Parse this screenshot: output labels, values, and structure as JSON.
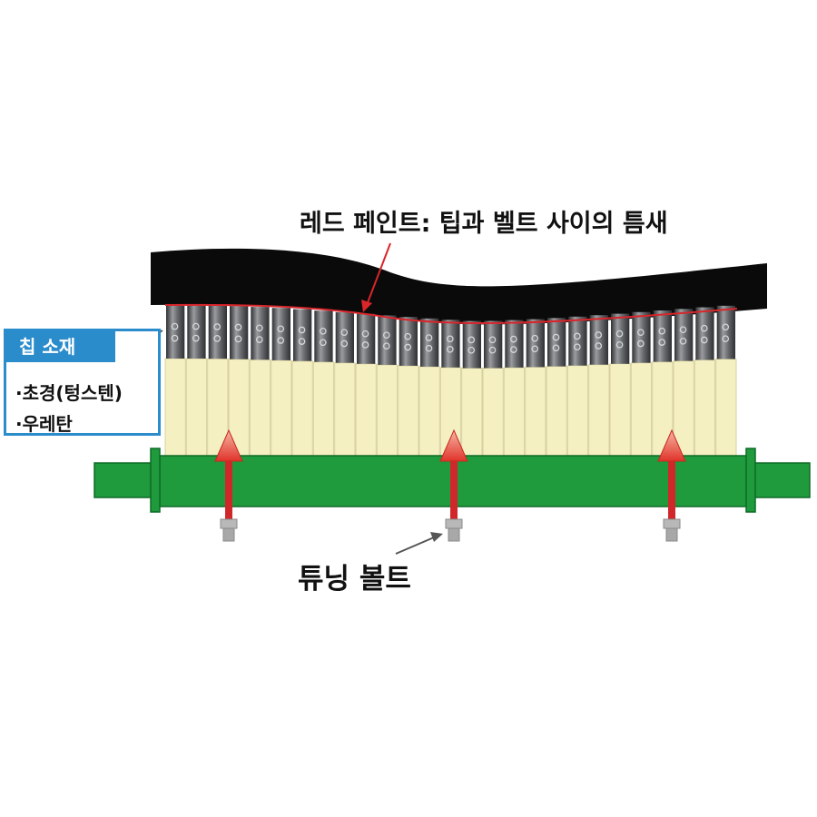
{
  "diagram": {
    "title_label": "레드 페인트: 팁과 벨트 사이의 틈새",
    "material_box": {
      "heading": "칩 소재",
      "items": [
        "·초경(텅스텐)",
        "·우레탄"
      ]
    },
    "bolt_label": "튜닝 볼트",
    "colors": {
      "belt": "#0a0a0a",
      "tip": "#6e7073",
      "blade": "#f5f0c2",
      "shaft": "#1f9a3c",
      "arrow": "#e0332b",
      "accent_blue": "#2b8ccc",
      "red_paint": "#d8262b"
    },
    "blade_segment_count": 27,
    "bolt_count": 3
  }
}
